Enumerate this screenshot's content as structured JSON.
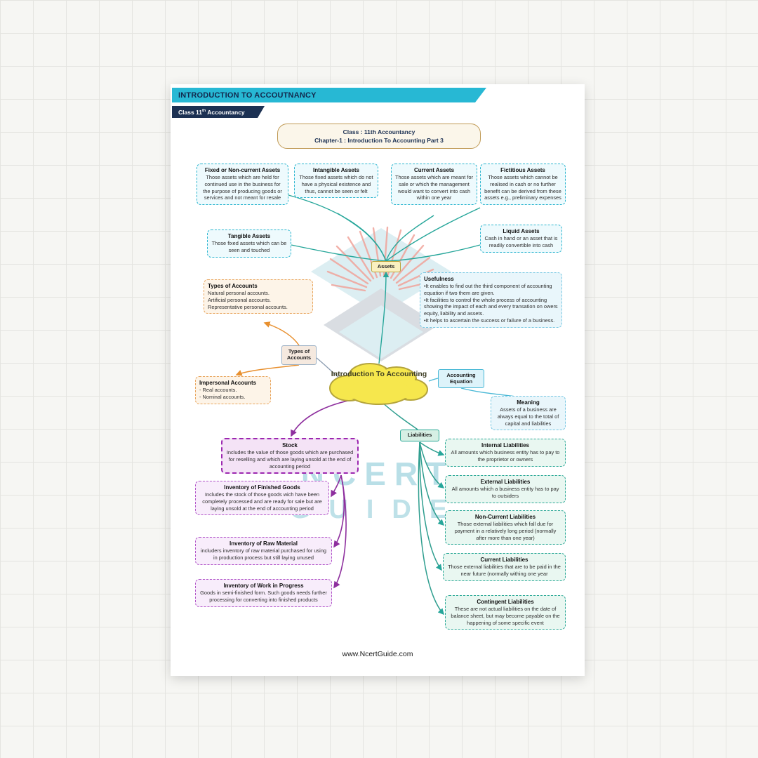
{
  "page": {
    "header": "INTRODUCTION TO ACCOUTNANCY",
    "subheader_prefix": "Class 11",
    "subheader_sup": "th",
    "subheader_suffix": " Accountancy",
    "chapter_line1": "Class : 11th Accountancy",
    "chapter_line2": "Chapter-1 : Introduction To Accounting Part 3",
    "footer": "www.NcertGuide.com",
    "watermark_line1": "NCERT",
    "watermark_line2": "GUIDE"
  },
  "colors": {
    "accent_cyan": "#27b8d4",
    "navy": "#1c3153",
    "teal": "#2aa896",
    "orange": "#e8902f",
    "purple": "#9c27b0",
    "blue": "#49b8d6",
    "cloud_yellow": "#f6e74d"
  },
  "center": {
    "label": "Introduction To Accounting"
  },
  "nodes": {
    "assets": "Assets",
    "types_of_accounts": "Types of Accounts",
    "accounting_equation": "Accounting Equation",
    "liabilities": "Liabilities"
  },
  "boxes": {
    "fixed": {
      "title": "Fixed or Non-current Assets",
      "body": "Those assets which are held for continued use in the business for the purpose of producing goods or services and not meant for resale"
    },
    "intangible": {
      "title": "Intangible Assets",
      "body": "Those fixed assets which do not have a physical existence and thus, cannot be seen or felt"
    },
    "current": {
      "title": "Current Assets",
      "body": "Those assets which are meant for sale or which the management would want to convert into cash within one year"
    },
    "fictitious": {
      "title": "Fictitious Assets",
      "body": "Those assets which cannot be realised in cash or no further benefit can be derived from these assets e.g., preliminary expenses"
    },
    "tangible": {
      "title": "Tangible Assets",
      "body": "Those fixed assets which can be seen and touched"
    },
    "liquid": {
      "title": "Liquid Assets",
      "body": "Cash in hand or an asset that is readily convertible into cash"
    },
    "types_accounts": {
      "title": "Types of Accounts",
      "body": "Natural personal accounts.\nArtificial personal accounts.\nRepresentative personal accounts."
    },
    "usefulness": {
      "title": "Usefulness",
      "body": "•It enables to find out the third component of accounting equation if two them are given.\n•It facilities to control the whole process of accounting showing the impact of each and every transation on owers equity, liability and assets.\n•It helps to ascertain the success or failure of a business."
    },
    "impersonal": {
      "title": "Impersonal Accounts",
      "body": "- Real accounts.\n- Nominal accounts."
    },
    "meaning": {
      "title": "Meaning",
      "body": "Assets of a business are always equal to the total of capital and liabilities"
    },
    "stock": {
      "title": "Stock",
      "body": "Includes the value of those goods which are purchased for reselling and which are laying unsold at the end of accounting period"
    },
    "finished": {
      "title": "Inventory of Finished Goods",
      "body": "Includes the stock of those goods wich have been completely processed and are ready for sale but are laying unsold at the end of accounting period"
    },
    "raw": {
      "title": "Inventory of Raw Material",
      "body": "includers inventory of raw material purchased for using in production process but still laying unused"
    },
    "wip": {
      "title": "Inventory of Work in Progress",
      "body": "Goods in semi-finished form. Such goods needs further processing for converting into finished products"
    },
    "internal": {
      "title": "Internal Liabilities",
      "body": "All amounts which business entity has to pay to the proprietor or owners"
    },
    "external": {
      "title": "External Liabilities",
      "body": "All amounts which a business entity has to pay to outsiders"
    },
    "noncurrent": {
      "title": "Non-Current Liabilities",
      "body": "Those external liabilities which fall due for payment in a relatively long period (normally after more than one year)"
    },
    "current_liab": {
      "title": "Current Liabilities",
      "body": "Those external liabilities that are to be paid in the near future (normally withing one year"
    },
    "contingent": {
      "title": "Contingent Liabilities",
      "body": "These are not actual liabilities on the date of balance sheet, but may become payable on the happening of some specific event"
    }
  }
}
